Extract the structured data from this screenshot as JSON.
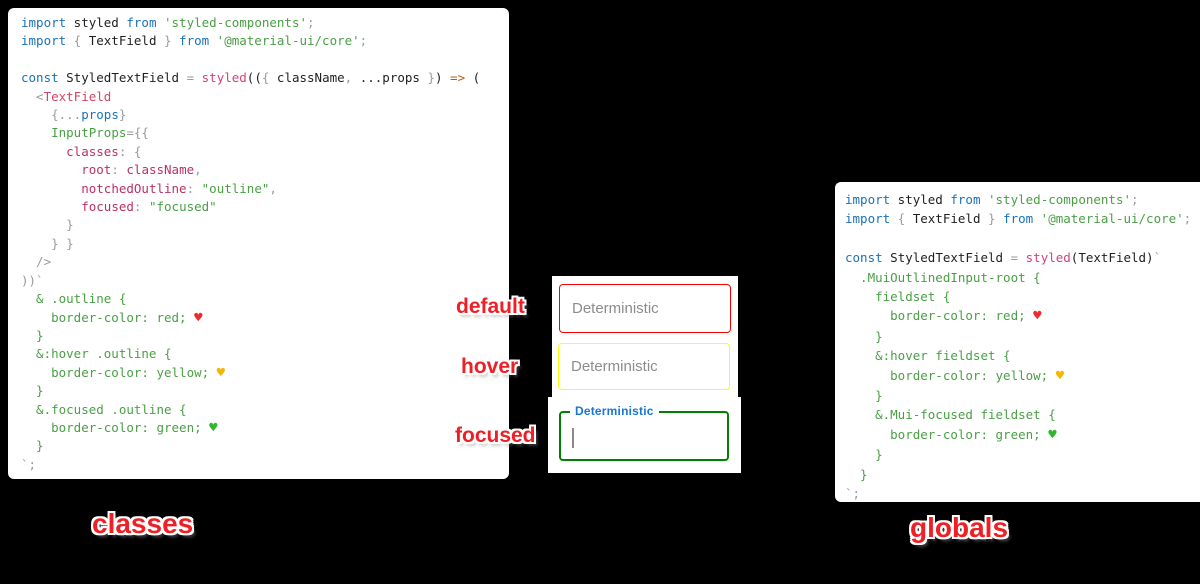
{
  "captions": {
    "left": "classes",
    "right": "globals"
  },
  "state_labels": {
    "default": "default",
    "hover": "hover",
    "focused": "focused"
  },
  "textfields": {
    "default": {
      "placeholder": "Deterministic",
      "border_color": "red"
    },
    "hover": {
      "placeholder": "Deterministic",
      "border_color": "yellow"
    },
    "focused": {
      "label": "Deterministic",
      "border_color": "green",
      "label_color": "#1976d2",
      "value": ""
    }
  },
  "colors": {
    "background": "#000000",
    "annotation_red": "#ee2025",
    "keyword_blue": "#1b72b8",
    "string_green": "#4a9f45",
    "function_pink": "#d63f7e",
    "property_crimson": "#bb2f66",
    "punctuation_gray": "#9a9aa0",
    "focused_label_blue": "#1976d2",
    "heart_red": "#ee2b2b",
    "heart_yellow": "#f7b500",
    "heart_green": "#2db82d"
  },
  "code_left": {
    "lines": [
      [
        [
          "kw",
          "import"
        ],
        [
          "plain",
          " styled "
        ],
        [
          "kw",
          "from"
        ],
        [
          "str",
          " 'styled-components'"
        ],
        [
          "pun",
          ";"
        ]
      ],
      [
        [
          "kw",
          "import"
        ],
        [
          "pun",
          " { "
        ],
        [
          "plain",
          "TextField"
        ],
        [
          "pun",
          " } "
        ],
        [
          "kw",
          "from"
        ],
        [
          "str",
          " '@material-ui/core'"
        ],
        [
          "pun",
          ";"
        ]
      ],
      [],
      [
        [
          "kw",
          "const"
        ],
        [
          "plain",
          " StyledTextField "
        ],
        [
          "pun",
          "= "
        ],
        [
          "fn",
          "styled"
        ],
        [
          "plain",
          "(("
        ],
        [
          "pun",
          "{ "
        ],
        [
          "plain",
          "className"
        ],
        [
          "pun",
          ","
        ],
        [
          "plain",
          " ...props "
        ],
        [
          "pun",
          "}"
        ],
        [
          "plain",
          ") "
        ],
        [
          "arrow",
          "=>"
        ],
        [
          "plain",
          " ("
        ]
      ],
      [
        [
          "pun",
          "  <"
        ],
        [
          "tag",
          "TextField"
        ]
      ],
      [
        [
          "pun",
          "    {..."
        ],
        [
          "kw",
          "props"
        ],
        [
          "pun",
          "}"
        ]
      ],
      [
        [
          "plain",
          "    "
        ],
        [
          "attr",
          "InputProps"
        ],
        [
          "pun",
          "={{"
        ]
      ],
      [
        [
          "plain",
          "      "
        ],
        [
          "key",
          "classes"
        ],
        [
          "pun",
          ": {"
        ]
      ],
      [
        [
          "plain",
          "        "
        ],
        [
          "key",
          "root"
        ],
        [
          "pun",
          ": "
        ],
        [
          "key",
          "className"
        ],
        [
          "pun",
          ","
        ]
      ],
      [
        [
          "plain",
          "        "
        ],
        [
          "key",
          "notchedOutline"
        ],
        [
          "pun",
          ": "
        ],
        [
          "str",
          "\"outline\""
        ],
        [
          "pun",
          ","
        ]
      ],
      [
        [
          "plain",
          "        "
        ],
        [
          "key",
          "focused"
        ],
        [
          "pun",
          ": "
        ],
        [
          "str",
          "\"focused\""
        ]
      ],
      [
        [
          "pun",
          "      }"
        ]
      ],
      [
        [
          "pun",
          "    } }"
        ]
      ],
      [
        [
          "pun",
          "  />"
        ]
      ],
      [
        [
          "pun",
          "))`"
        ]
      ],
      [
        [
          "css",
          "  & .outline {"
        ]
      ],
      [
        [
          "css",
          "    border-color: red; "
        ],
        [
          "hr",
          "♥"
        ]
      ],
      [
        [
          "css",
          "  }"
        ]
      ],
      [
        [
          "css",
          "  &:hover .outline {"
        ]
      ],
      [
        [
          "css",
          "    border-color: yellow; "
        ],
        [
          "hy",
          "♥"
        ]
      ],
      [
        [
          "css",
          "  }"
        ]
      ],
      [
        [
          "css",
          "  &.focused .outline {"
        ]
      ],
      [
        [
          "css",
          "    border-color: green; "
        ],
        [
          "hg",
          "♥"
        ]
      ],
      [
        [
          "css",
          "  }"
        ]
      ],
      [
        [
          "pun",
          "`;"
        ]
      ]
    ]
  },
  "code_right": {
    "lines": [
      [
        [
          "kw",
          "import"
        ],
        [
          "plain",
          " styled "
        ],
        [
          "kw",
          "from"
        ],
        [
          "str",
          " 'styled-components'"
        ],
        [
          "pun",
          ";"
        ]
      ],
      [
        [
          "kw",
          "import"
        ],
        [
          "pun",
          " { "
        ],
        [
          "plain",
          "TextField"
        ],
        [
          "pun",
          " } "
        ],
        [
          "kw",
          "from"
        ],
        [
          "str",
          " '@material-ui/core'"
        ],
        [
          "pun",
          ";"
        ]
      ],
      [],
      [
        [
          "kw",
          "const"
        ],
        [
          "plain",
          " StyledTextField "
        ],
        [
          "pun",
          "= "
        ],
        [
          "fn",
          "styled"
        ],
        [
          "plain",
          "(TextField)"
        ],
        [
          "pun",
          "`"
        ]
      ],
      [
        [
          "css",
          "  .MuiOutlinedInput-root {"
        ]
      ],
      [
        [
          "css",
          "    fieldset {"
        ]
      ],
      [
        [
          "css",
          "      border-color: red; "
        ],
        [
          "hr",
          "♥"
        ]
      ],
      [
        [
          "css",
          "    }"
        ]
      ],
      [
        [
          "css",
          "    &:hover fieldset {"
        ]
      ],
      [
        [
          "css",
          "      border-color: yellow; "
        ],
        [
          "hy",
          "♥"
        ]
      ],
      [
        [
          "css",
          "    }"
        ]
      ],
      [
        [
          "css",
          "    &.Mui-focused fieldset {"
        ]
      ],
      [
        [
          "css",
          "      border-color: green; "
        ],
        [
          "hg",
          "♥"
        ]
      ],
      [
        [
          "css",
          "    }"
        ]
      ],
      [
        [
          "css",
          "  }"
        ]
      ],
      [
        [
          "pun",
          "`;"
        ]
      ]
    ]
  }
}
